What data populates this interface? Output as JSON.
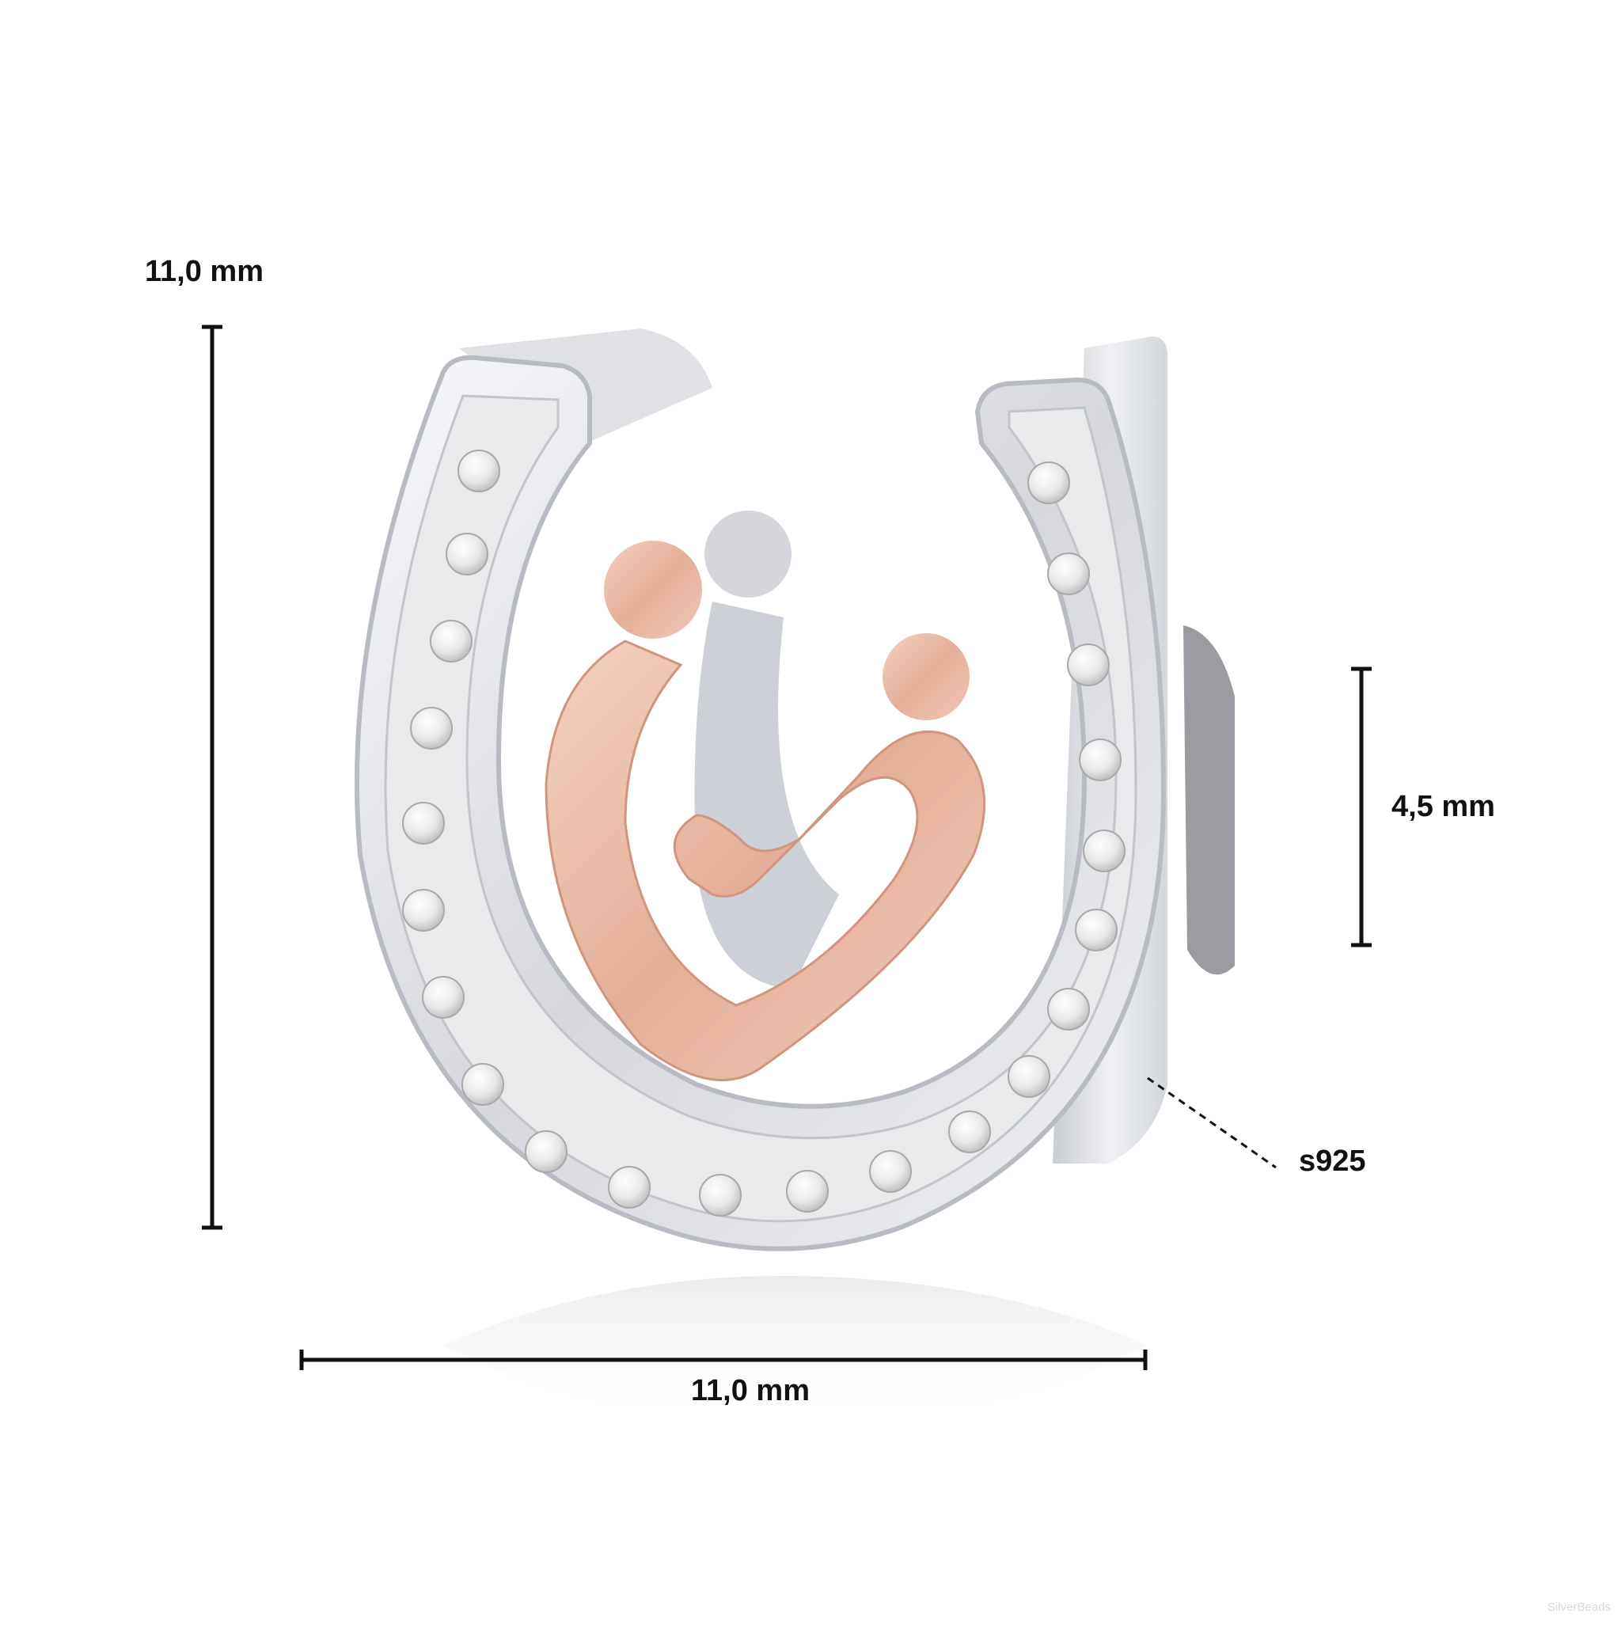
{
  "dimensions": {
    "height_label": "11,0 mm",
    "width_label": "11,0 mm",
    "hole_label": "4,5 mm"
  },
  "material_label": "s925",
  "watermark": "SilverBeads",
  "product": {
    "shape": "horseshoe charm",
    "figure": "mother and child",
    "stone_color": "#f1f1ef",
    "silver_color": "#d9dbe0",
    "rose_gold_color": "#e8b9a6"
  }
}
